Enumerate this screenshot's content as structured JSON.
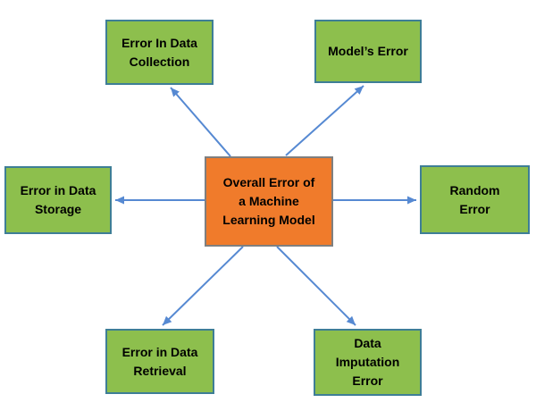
{
  "diagram": {
    "center": {
      "id": "overall-error",
      "label": "Overall Error of\na Machine\nLearning Model"
    },
    "nodes": [
      {
        "id": "error-in-data-collection",
        "label": "Error In Data\nCollection"
      },
      {
        "id": "models-error",
        "label": "Model’s Error"
      },
      {
        "id": "error-in-data-storage",
        "label": "Error in Data\nStorage"
      },
      {
        "id": "random-error",
        "label": "Random\nError"
      },
      {
        "id": "error-in-data-retrieval",
        "label": "Error in Data\nRetrieval"
      },
      {
        "id": "data-imputation-error",
        "label": "Data\nImputation\nError"
      }
    ],
    "edges": [
      {
        "from": "overall-error",
        "to": "error-in-data-collection"
      },
      {
        "from": "overall-error",
        "to": "models-error"
      },
      {
        "from": "overall-error",
        "to": "error-in-data-storage"
      },
      {
        "from": "overall-error",
        "to": "random-error"
      },
      {
        "from": "overall-error",
        "to": "error-in-data-retrieval"
      },
      {
        "from": "overall-error",
        "to": "data-imputation-error"
      }
    ],
    "colors": {
      "node_fill": "#8DBF4D",
      "node_border": "#3E7E96",
      "center_fill": "#F07B2B",
      "center_border": "#7F7F7F",
      "arrow": "#5689D2",
      "text": "#000000",
      "background": "#FFFFFF"
    }
  }
}
